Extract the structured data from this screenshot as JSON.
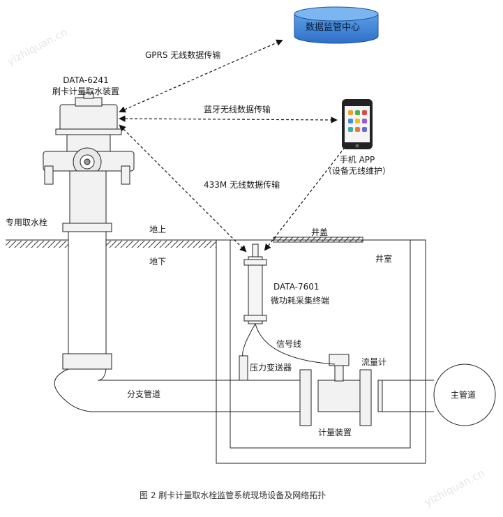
{
  "nodes": {
    "data_center": "数据监管中心",
    "hydrant_model": "DATA-6241",
    "hydrant_name": "刷卡计量取水装置",
    "phone_app": "手机 APP",
    "phone_app_sub": "（设备无线维护）",
    "terminal_model": "DATA-7601",
    "terminal_name": "微功耗采集终端",
    "main_pipe": "主管道",
    "branch_pipe": "分支管道",
    "pressure_transmitter": "压力变送器",
    "flow_meter": "流量计",
    "metering_device": "计量装置",
    "signal_line": "信号线",
    "hydrant_side": "专用取水栓",
    "ground_above": "地上",
    "ground_below": "地下",
    "well_cover": "井盖",
    "well_room": "井室"
  },
  "links": {
    "gprs": "GPRS 无线数据传输",
    "bluetooth": "蓝牙无线数据传输",
    "radio433": "433M 无线数据传输"
  },
  "caption": "图 2    刷卡计量取水栓监管系统现场设备及网络拓扑",
  "watermark": "yizhiquan.cn"
}
